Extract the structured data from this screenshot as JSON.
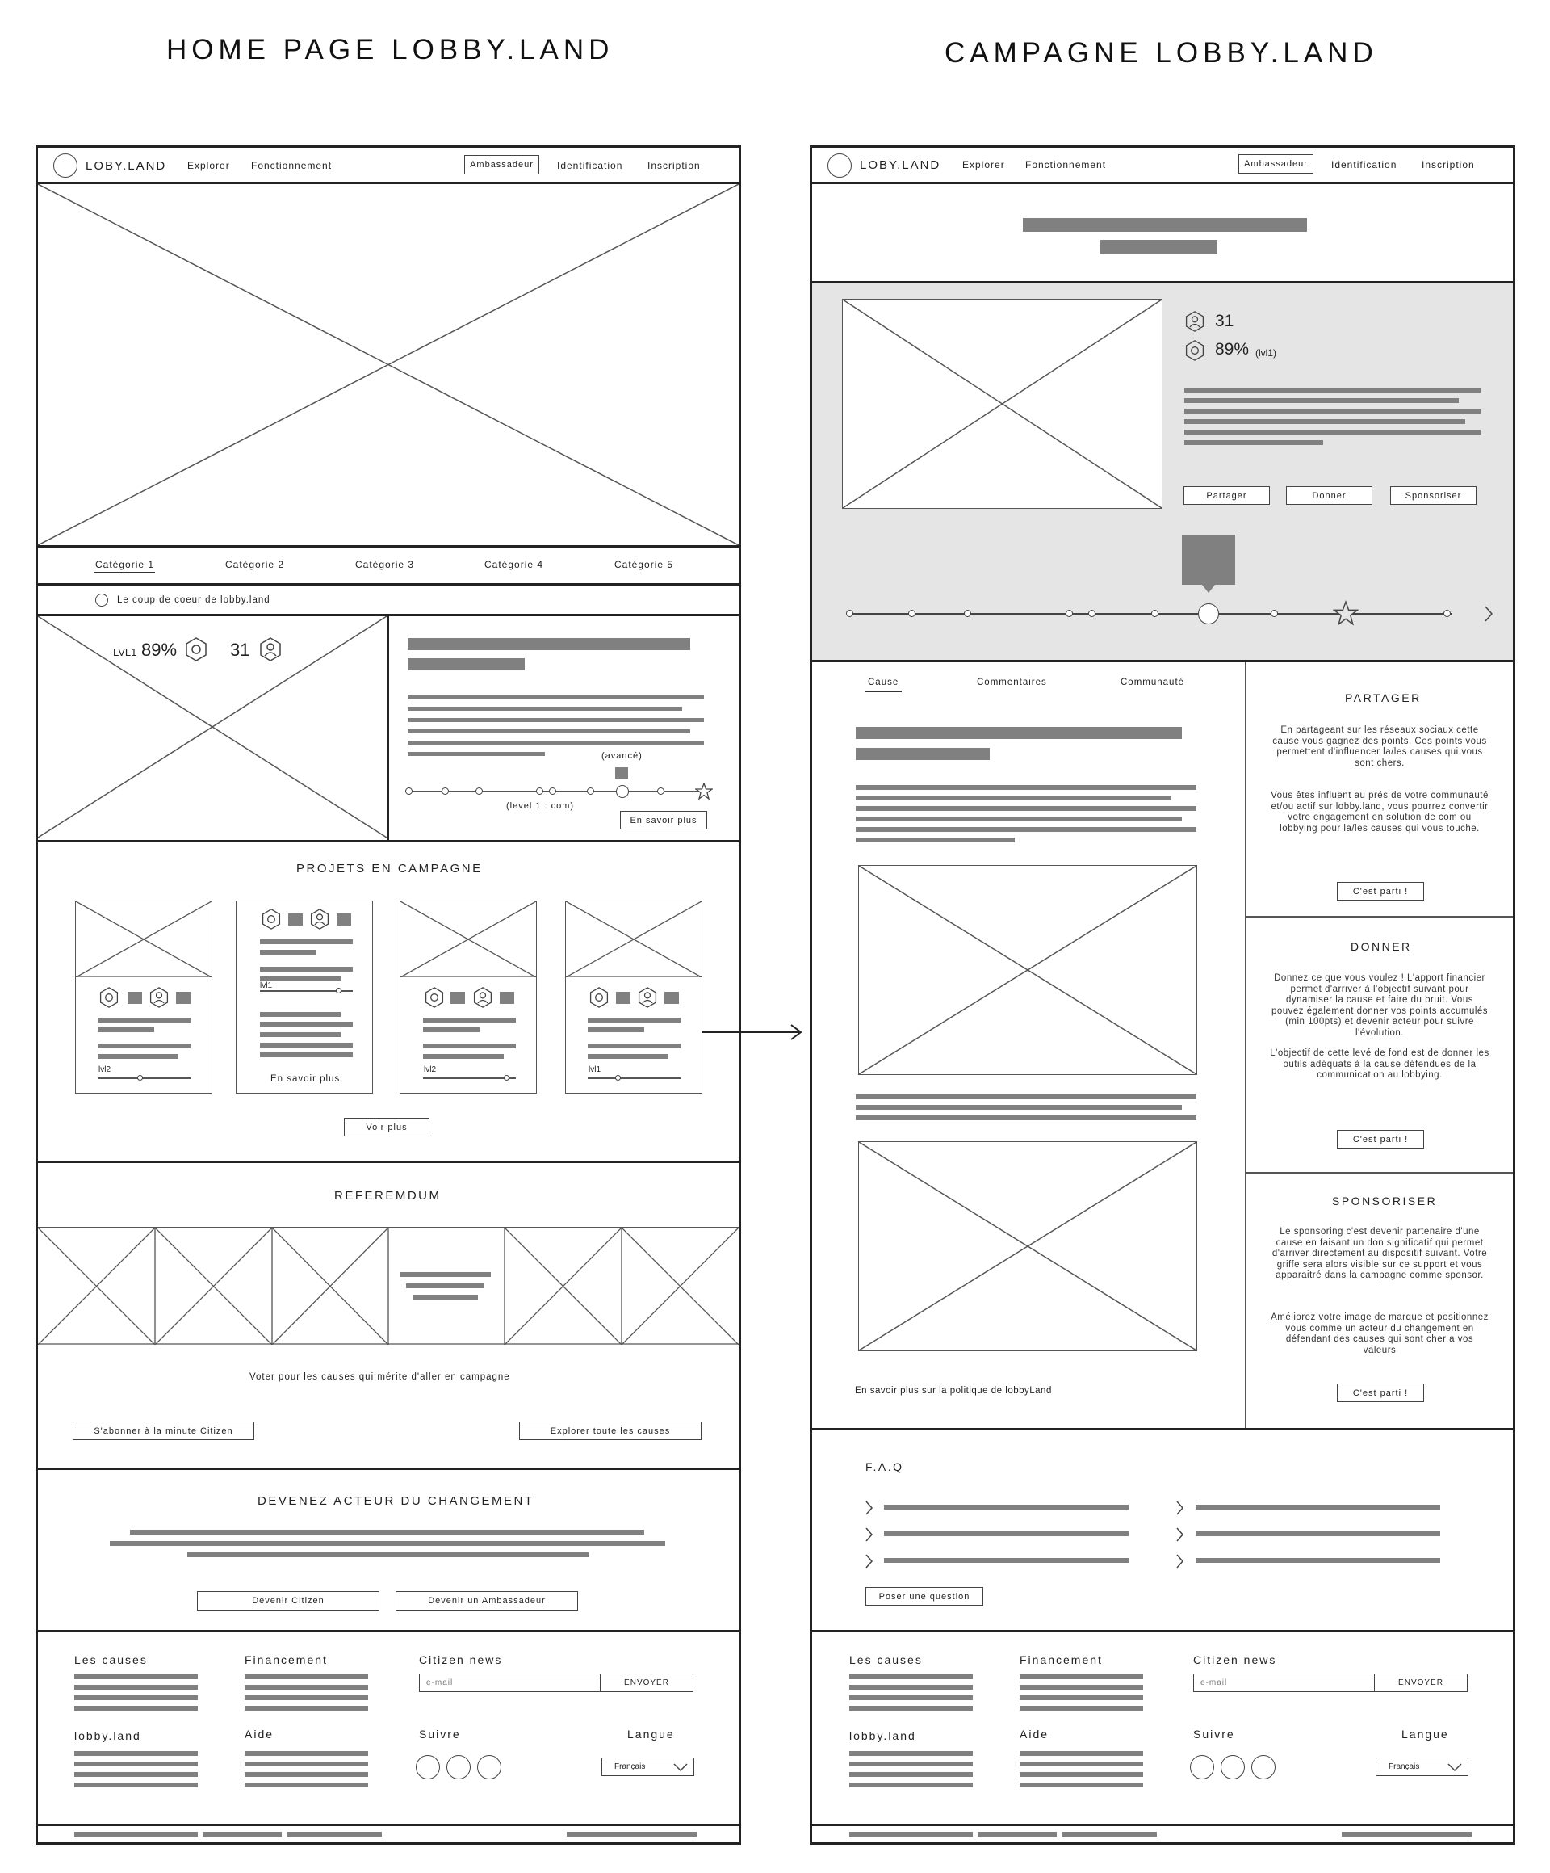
{
  "titles": {
    "home": "HOME PAGE LOBBY.LAND",
    "campaign": "CAMPAGNE LOBBY.LAND"
  },
  "nav": {
    "logo": "LOBY.LAND",
    "explorer": "Explorer",
    "fonctionnement": "Fonctionnement",
    "ambassadeur": "Ambassadeur",
    "identification": "Identification",
    "inscription": "Inscription"
  },
  "home": {
    "categories": [
      "Catégorie 1",
      "Catégorie 2",
      "Catégorie 3",
      "Catégorie 4",
      "Catégorie 5"
    ],
    "coup_de_coeur": "Le coup de coeur de lobby.land",
    "feature": {
      "level": "LVL1",
      "percent": "89%",
      "count": "31",
      "avance": "(avancé)",
      "level_com": "(level 1 : com)",
      "more": "En savoir plus"
    },
    "projects": {
      "title": "PROJETS EN CAMPAGNE",
      "cards": [
        {
          "level": "lvl2"
        },
        {
          "level": "lvl1",
          "more": "En savoir plus"
        },
        {
          "level": "lvl2"
        },
        {
          "level": "lvl1"
        }
      ],
      "more": "Voir plus"
    },
    "referendum": {
      "title": "REFEREMDUM",
      "text": "Voter pour les causes qui mérite d'aller en campagne",
      "subscribe": "S'abonner à la minute Citizen",
      "explore": "Explorer toute les causes"
    },
    "actor": {
      "title": "DEVENEZ ACTEUR DU CHANGEMENT",
      "citizen": "Devenir Citizen",
      "ambassador": "Devenir un Ambassadeur"
    }
  },
  "campaign": {
    "stats": {
      "count": "31",
      "percent": "89%",
      "level": "(lvl1)"
    },
    "actions": [
      "Partager",
      "Donner",
      "Sponsoriser"
    ],
    "tabs": [
      "Cause",
      "Commentaires",
      "Communauté"
    ],
    "politique": "En savoir plus sur la politique de lobbyLand",
    "side": [
      {
        "title": "PARTAGER",
        "p1": "En partageant sur les réseaux sociaux cette cause vous gagnez des points. Ces points vous permettent d'influencer la/les causes qui vous sont chers.",
        "p2": "Vous êtes influent au prés de votre communauté et/ou actif sur lobby.land, vous pourrez convertir votre engagement en solution de com ou lobbying pour la/les causes qui vous touche.",
        "cta": "C'est parti !"
      },
      {
        "title": "DONNER",
        "p1": "Donnez ce que vous voulez ! L'apport financier permet d'arriver à l'objectif suivant pour dynamiser la cause et faire du bruit. Vous pouvez également donner vos points accumulés (min 100pts) et devenir acteur pour suivre l'évolution.",
        "p2": "L'objectif de cette levé de fond est de donner les outils adéquats à la cause défendues de la communication au lobbying.",
        "cta": "C'est parti !"
      },
      {
        "title": "SPONSORISER",
        "p1": "Le sponsoring c'est devenir partenaire d'une cause en faisant un don significatif qui permet d'arriver directement au dispositif suivant. Votre griffe sera alors visible sur ce support et vous apparaitré dans la campagne comme sponsor.",
        "p2": "Améliorez votre image de marque et positionnez vous comme un acteur du changement en défendant des causes qui sont cher a vos valeurs",
        "cta": "C'est parti !"
      }
    ],
    "faq": {
      "title": "F.A.Q",
      "ask": "Poser une question"
    }
  },
  "footer": {
    "causes": "Les causes",
    "financement": "Financement",
    "news": "Citizen news",
    "email_placeholder": "e-mail",
    "send": "ENVOYER",
    "lobbyland": "lobby.land",
    "aide": "Aide",
    "suivre": "Suivre",
    "langue": "Langue",
    "lang_value": "Français"
  }
}
